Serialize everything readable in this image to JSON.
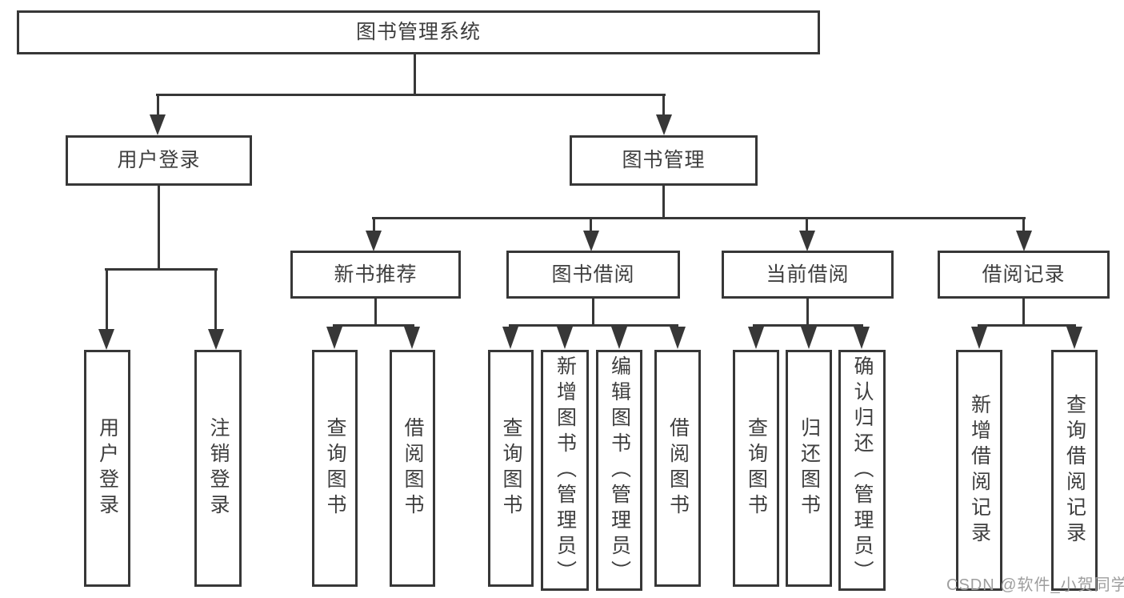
{
  "tree": {
    "root": {
      "label": "图书管理系统",
      "children": [
        {
          "label": "用户登录",
          "children": [
            {
              "label": "用户登录"
            },
            {
              "label": "注销登录"
            }
          ]
        },
        {
          "label": "图书管理",
          "children": [
            {
              "label": "新书推荐",
              "children": [
                {
                  "label": "查询图书"
                },
                {
                  "label": "借阅图书"
                }
              ]
            },
            {
              "label": "图书借阅",
              "children": [
                {
                  "label": "查询图书"
                },
                {
                  "label": "新增图书（管理员）"
                },
                {
                  "label": "编辑图书（管理员）"
                },
                {
                  "label": "借阅图书"
                }
              ]
            },
            {
              "label": "当前借阅",
              "children": [
                {
                  "label": "查询图书"
                },
                {
                  "label": "归还图书"
                },
                {
                  "label": "确认归还（管理员）"
                }
              ]
            },
            {
              "label": "借阅记录",
              "children": [
                {
                  "label": "新增借阅记录"
                },
                {
                  "label": "查询借阅记录"
                }
              ]
            }
          ]
        }
      ]
    }
  },
  "watermark": {
    "text": "CSDN @软件_小贺同学"
  },
  "colors": {
    "line": "#373737",
    "text": "#3e3e3e",
    "watermark": "#9e9e9e",
    "background": "#ffffff"
  }
}
